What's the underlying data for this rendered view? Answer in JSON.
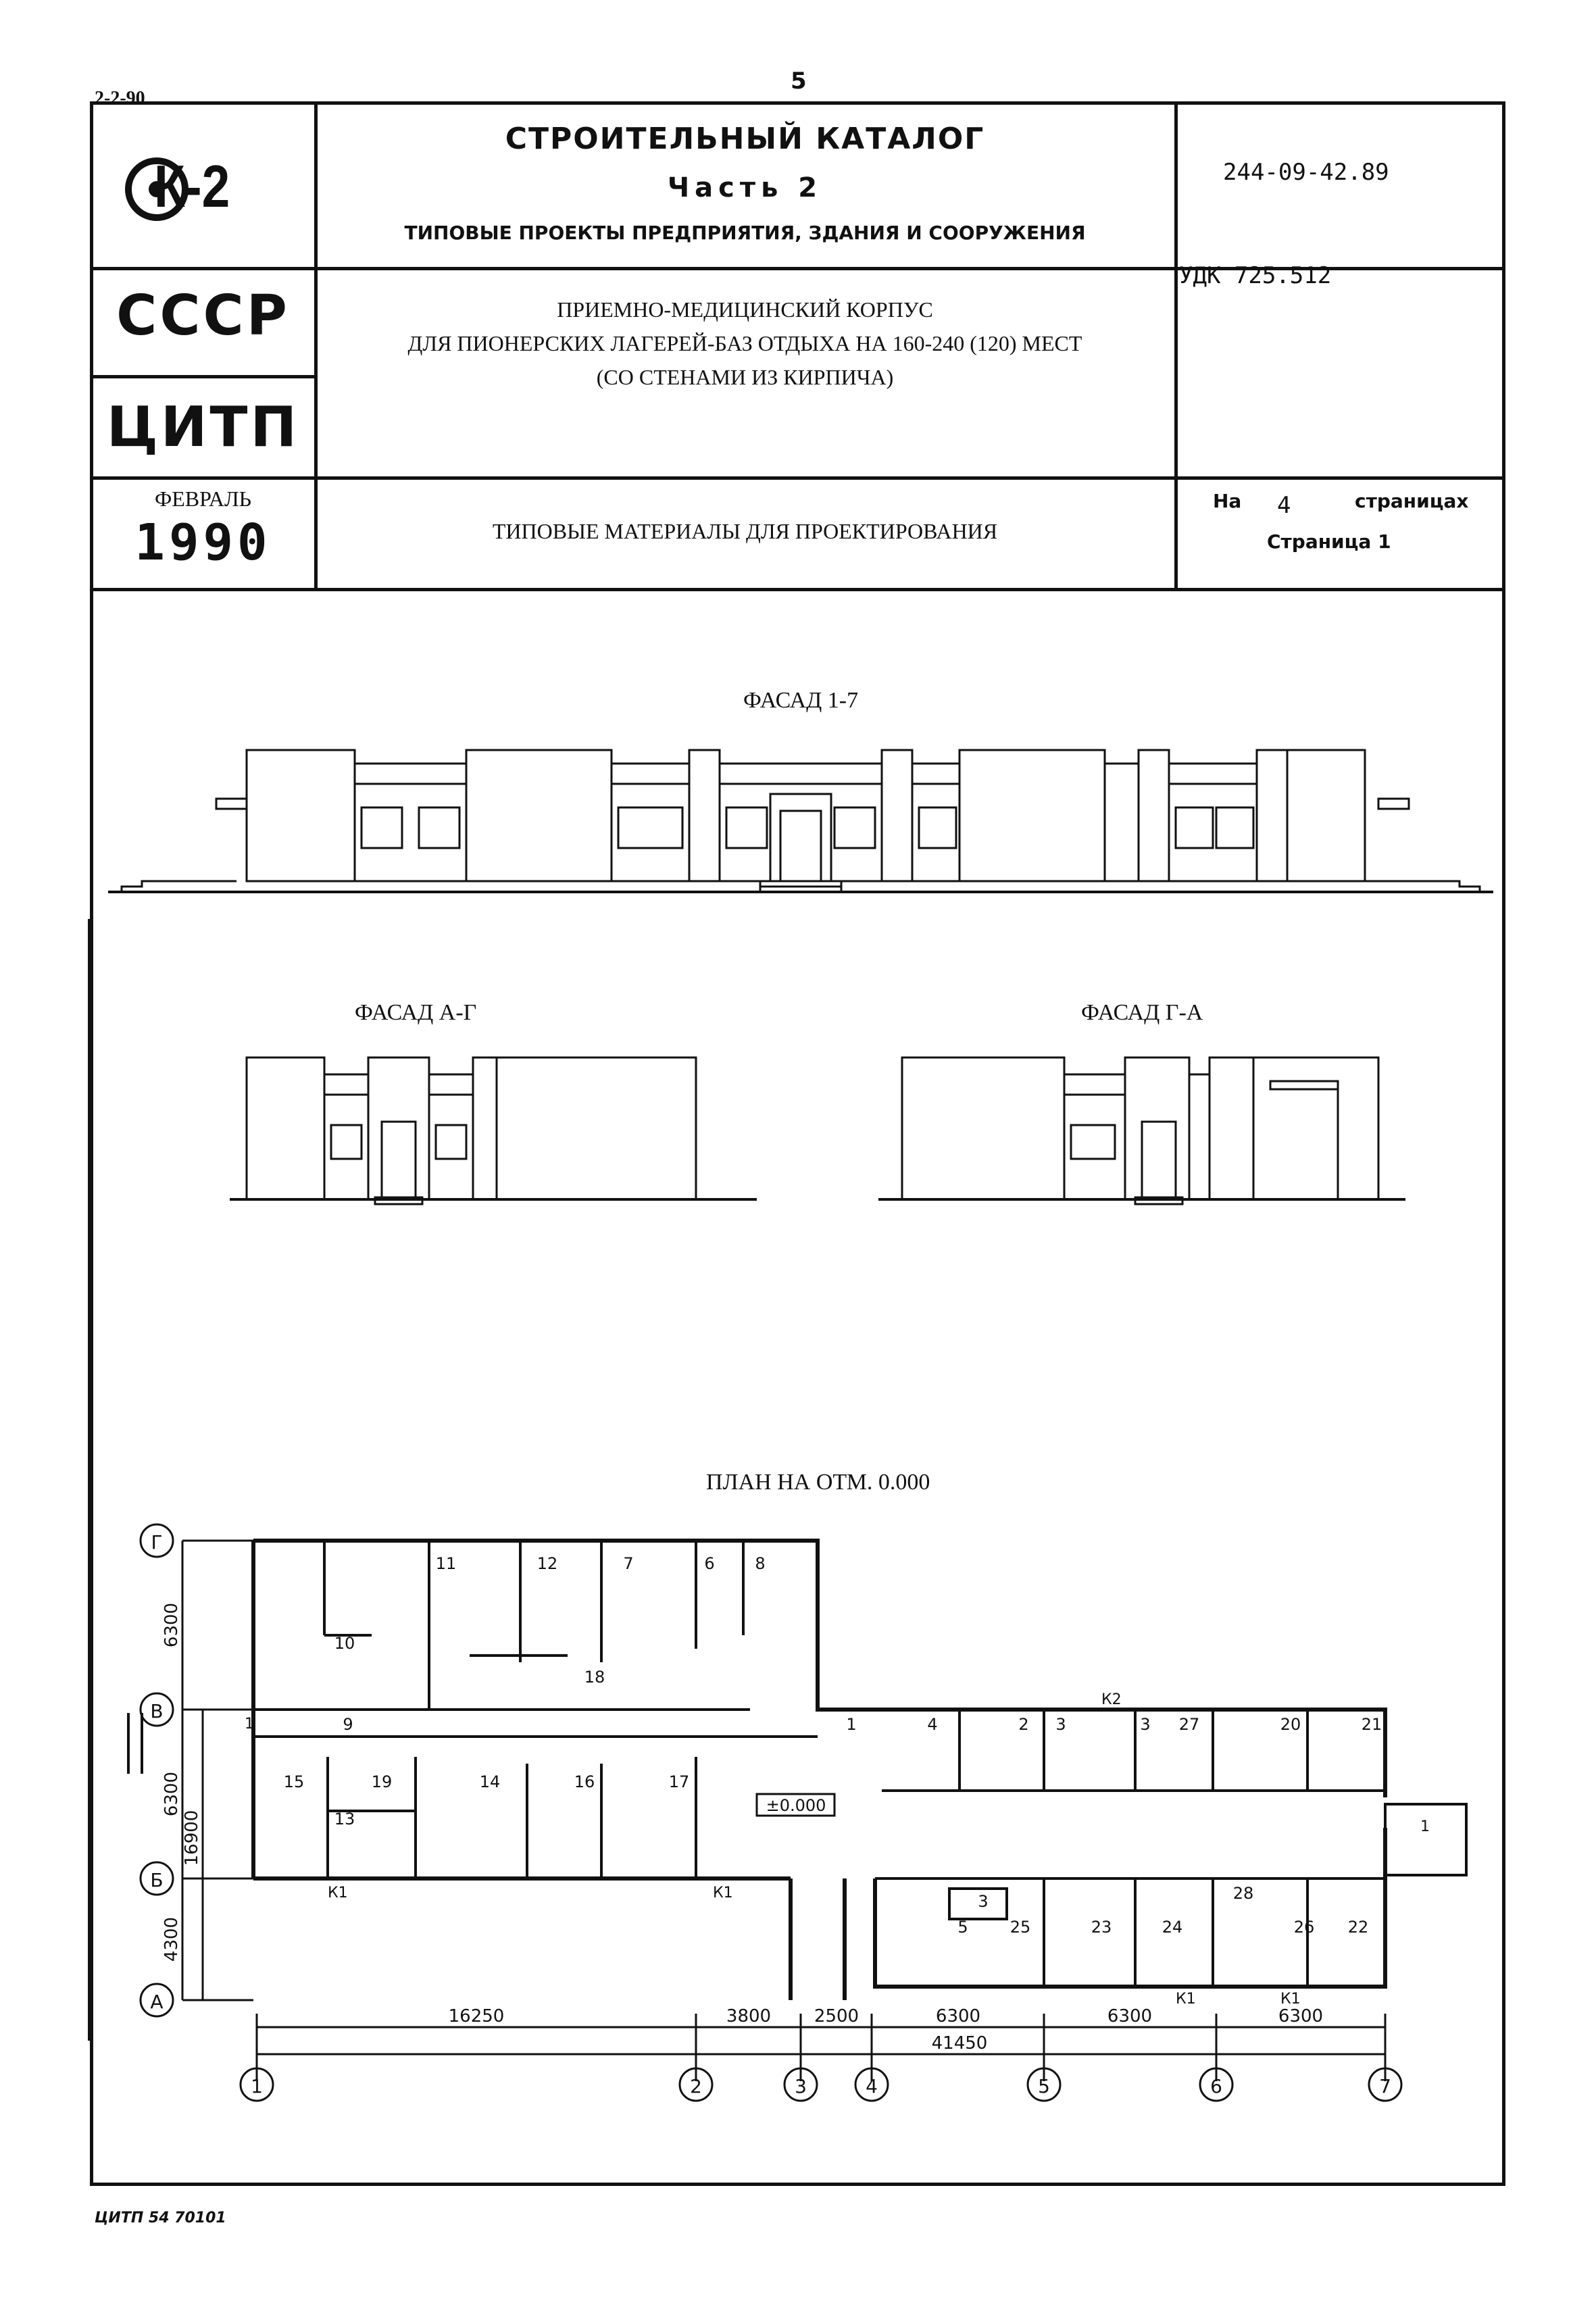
{
  "page": {
    "number": "5",
    "corner_code": "2-2-90",
    "footer_code": "ЦИТП 54 70101"
  },
  "title_block": {
    "logo_text": "К-2",
    "country": "СССР",
    "institute": "ЦИТП",
    "month": "ФЕВРАЛЬ",
    "year": "1990",
    "catalog_title": "СТРОИТЕЛЬНЫЙ КАТАЛОГ",
    "part": "Часть 2",
    "section": "ТИПОВЫЕ ПРОЕКТЫ ПРЕДПРИЯТИЯ, ЗДАНИЯ И СООРУЖЕНИЯ",
    "project_code": "244-09-42.89",
    "udk": "УДК 725.512",
    "project_title_line1": "ПРИЕМНО-МЕДИЦИНСКИЙ КОРПУС",
    "project_title_line2": "ДЛЯ ПИОНЕРСКИХ ЛАГЕРЕЙ-БАЗ ОТДЫХА НА 160-240 (120) МЕСТ",
    "project_title_line3": "(СО СТЕНАМИ ИЗ КИРПИЧА)",
    "materials": "ТИПОВЫЕ МАТЕРИАЛЫ ДЛЯ ПРОЕКТИРОВАНИЯ",
    "pages_prefix": "На",
    "pages_count": "4",
    "pages_suffix": "страницах",
    "page_label": "Страница 1"
  },
  "drawings": {
    "facade_1_7": "ФАСАД 1-7",
    "facade_a_g": "ФАСАД А-Г",
    "facade_g_a": "ФАСАД Г-А",
    "plan_title": "ПЛАН НА ОТМ. 0.000",
    "level_mark": "±0.000"
  },
  "plan": {
    "row_axes": [
      "Г",
      "В",
      "Б",
      "А"
    ],
    "col_axes": [
      "1",
      "2",
      "3",
      "4",
      "5",
      "6",
      "7"
    ],
    "vertical_dims": [
      "6300",
      "6300",
      "16900",
      "4300"
    ],
    "horizontal_dims": [
      "16250",
      "3800",
      "2500",
      "6300",
      "6300",
      "6300"
    ],
    "overall_dim": "41450",
    "rooms": [
      "11",
      "12",
      "7",
      "6",
      "8",
      "10",
      "18",
      "9",
      "15",
      "19",
      "13",
      "14",
      "16",
      "17",
      "1",
      "4",
      "2",
      "3",
      "3",
      "27",
      "20",
      "21",
      "3",
      "5",
      "25",
      "23",
      "24",
      "28",
      "26",
      "22"
    ],
    "section_marks": [
      "К1",
      "К1",
      "К2",
      "К1",
      "К1",
      "1",
      "1"
    ]
  }
}
